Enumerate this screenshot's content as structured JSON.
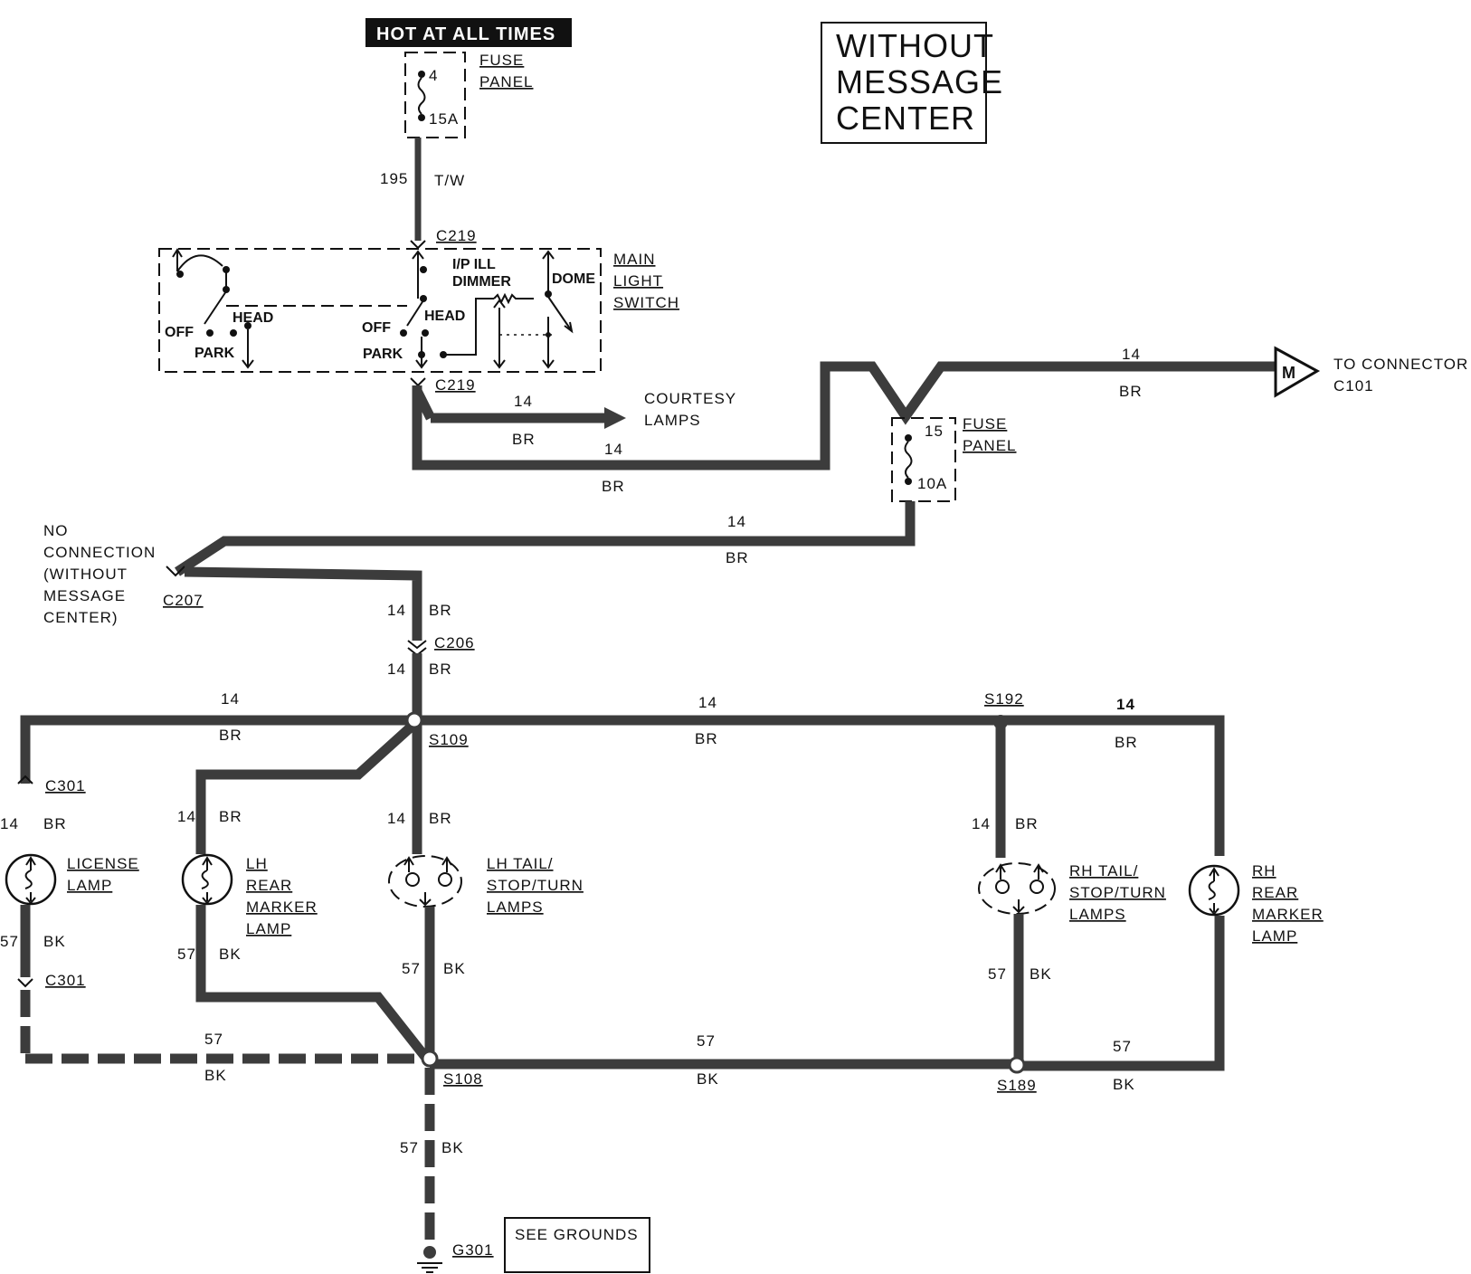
{
  "title": {
    "line1": "WITHOUT",
    "line2": "MESSAGE",
    "line3": "CENTER"
  },
  "hot_banner": "HOT AT ALL TIMES",
  "fuse_top": {
    "label1": "FUSE",
    "label2": "PANEL",
    "number": "4",
    "rating": "15A"
  },
  "wire_195": {
    "circuit": "195",
    "color": "T/W"
  },
  "connectors": {
    "c219_top": "C219",
    "c219_bottom": "C219",
    "c207": "C207",
    "c206": "C206",
    "c301_top": "C301",
    "c301_bottom": "C301",
    "s109": "S109",
    "s108": "S108",
    "s192": "S192",
    "s189": "S189",
    "g301": "G301"
  },
  "switch": {
    "main1": "MAIN",
    "main2": "LIGHT",
    "main3": "SWITCH",
    "ip1": "I/P ILL",
    "ip2": "DIMMER",
    "dome": "DOME",
    "head_left": "HEAD",
    "off_left": "OFF",
    "park_left": "PARK",
    "head_right": "HEAD",
    "off_right": "OFF",
    "park_right": "PARK"
  },
  "courtesy": {
    "line1": "COURTESY",
    "line2": "LAMPS"
  },
  "fuse_right": {
    "label1": "FUSE",
    "label2": "PANEL",
    "number": "15",
    "rating": "10A"
  },
  "to_connector": {
    "line1": "TO CONNECTOR",
    "line2": "C101",
    "symbol": "M"
  },
  "no_connection": {
    "line1": "NO",
    "line2": "CONNECTION",
    "line3": "(WITHOUT",
    "line4": "MESSAGE",
    "line5": "CENTER)"
  },
  "wire_labels": {
    "gauge14": "14",
    "br": "BR",
    "gauge57": "57",
    "bk": "BK"
  },
  "lamps": {
    "license": {
      "line1": "LICENSE",
      "line2": "LAMP"
    },
    "lh_marker": {
      "line1": "LH",
      "line2": "REAR",
      "line3": "MARKER",
      "line4": "LAMP"
    },
    "lh_tail": {
      "line1": "LH  TAIL/",
      "line2": "STOP/TURN",
      "line3": "LAMPS"
    },
    "rh_tail": {
      "line1": "RH  TAIL/",
      "line2": "STOP/TURN",
      "line3": "LAMPS"
    },
    "rh_marker": {
      "line1": "RH",
      "line2": "REAR",
      "line3": "MARKER",
      "line4": "LAMP"
    }
  },
  "see_grounds": "SEE GROUNDS"
}
